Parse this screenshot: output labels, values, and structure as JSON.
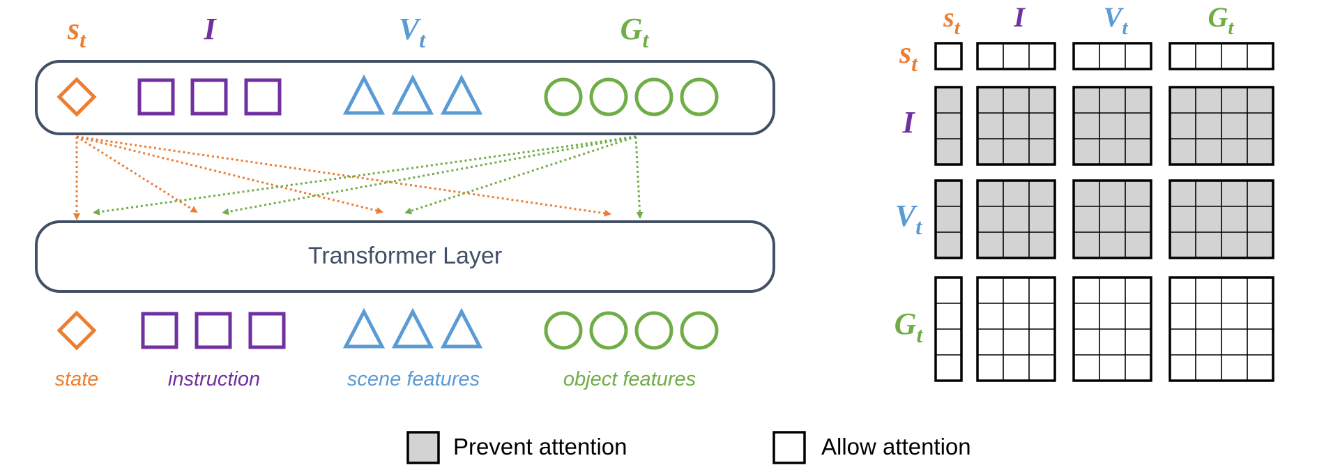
{
  "colors": {
    "state": "#ed7d31",
    "instruction": "#7030a0",
    "scene": "#5b9bd5",
    "object": "#70ad47",
    "block_border": "#425065",
    "prevent_fill": "#d3d3d3",
    "allow_fill": "#ffffff"
  },
  "groups": [
    {
      "key": "state",
      "symbol": "s",
      "subscript": "t",
      "caption": "state",
      "shape": "diamond",
      "count": 1
    },
    {
      "key": "instruction",
      "symbol": "I",
      "subscript": "",
      "caption": "instruction",
      "shape": "square",
      "count": 3
    },
    {
      "key": "scene",
      "symbol": "V",
      "subscript": "t",
      "caption": "scene features",
      "shape": "triangle",
      "count": 3
    },
    {
      "key": "object",
      "symbol": "G",
      "subscript": "t",
      "caption": "object features",
      "shape": "circle",
      "count": 4
    }
  ],
  "transformer_label": "Transformer Layer",
  "attention_arrows": [
    {
      "from": "state",
      "to": [
        "state",
        "instruction",
        "scene",
        "object"
      ]
    },
    {
      "from": "object",
      "to": [
        "state",
        "instruction",
        "scene",
        "object"
      ]
    }
  ],
  "mask": {
    "rows": [
      "state",
      "instruction",
      "scene",
      "object"
    ],
    "cols": [
      "state",
      "instruction",
      "scene",
      "object"
    ],
    "prevent": [
      [
        false,
        false,
        false,
        false
      ],
      [
        true,
        true,
        true,
        true
      ],
      [
        true,
        true,
        true,
        true
      ],
      [
        false,
        false,
        false,
        false
      ]
    ]
  },
  "legend": {
    "prevent_label": "Prevent attention",
    "allow_label": "Allow attention"
  }
}
